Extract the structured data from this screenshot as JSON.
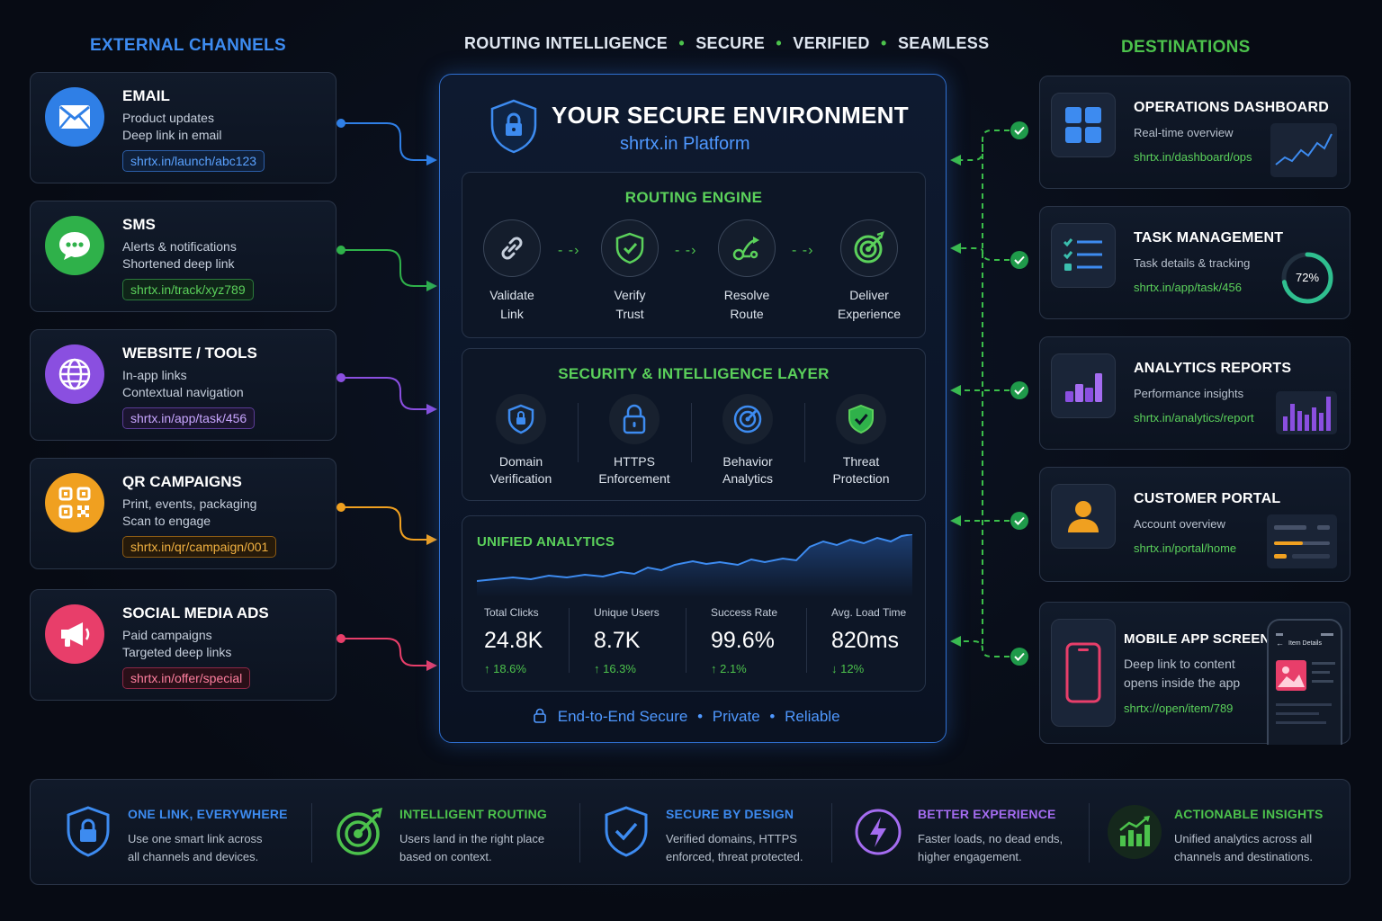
{
  "header": {
    "left_title": "EXTERNAL CHANNELS",
    "center_title": [
      "ROUTING INTELLIGENCE",
      "SECURE",
      "VERIFIED",
      "SEAMLESS"
    ],
    "right_title": "DESTINATIONS"
  },
  "channels": [
    {
      "title": "EMAIL",
      "line1": "Product updates",
      "line2": "Deep link in email",
      "link": "shrtx.in/launch/abc123",
      "color": "#2f7fe6",
      "icon": "envelope-icon"
    },
    {
      "title": "SMS",
      "line1": "Alerts & notifications",
      "line2": "Shortened deep link",
      "link": "shrtx.in/track/xyz789",
      "color": "#2fb14a",
      "icon": "chat-bubble-icon"
    },
    {
      "title": "WEBSITE / TOOLS",
      "line1": "In-app links",
      "line2": "Contextual navigation",
      "link": "shrtx.in/app/task/456",
      "color": "#8a4fe0",
      "icon": "globe-icon"
    },
    {
      "title": "QR CAMPAIGNS",
      "line1": "Print, events, packaging",
      "line2": "Scan to engage",
      "link": "shrtx.in/qr/campaign/001",
      "color": "#f0a020",
      "icon": "qr-code-icon"
    },
    {
      "title": "SOCIAL MEDIA ADS",
      "line1": "Paid campaigns",
      "line2": "Targeted deep links",
      "link": "shrtx.in/offer/special",
      "color": "#e83e6a",
      "icon": "megaphone-icon"
    }
  ],
  "center": {
    "title": "YOUR SECURE ENVIRONMENT",
    "subtitle": "shrtx.in Platform",
    "routing": {
      "title": "ROUTING ENGINE",
      "steps": [
        {
          "l1": "Validate",
          "l2": "Link",
          "icon": "link-icon"
        },
        {
          "l1": "Verify",
          "l2": "Trust",
          "icon": "shield-check-icon"
        },
        {
          "l1": "Resolve",
          "l2": "Route",
          "icon": "route-icon"
        },
        {
          "l1": "Deliver",
          "l2": "Experience",
          "icon": "target-icon"
        }
      ]
    },
    "security": {
      "title": "SECURITY & INTELLIGENCE LAYER",
      "items": [
        {
          "l1": "Domain",
          "l2": "Verification",
          "icon": "shield-lock-icon"
        },
        {
          "l1": "HTTPS",
          "l2": "Enforcement",
          "icon": "padlock-icon"
        },
        {
          "l1": "Behavior",
          "l2": "Analytics",
          "icon": "gauge-icon"
        },
        {
          "l1": "Threat",
          "l2": "Protection",
          "icon": "shield-check-icon"
        }
      ]
    },
    "analytics": {
      "title": "UNIFIED ANALYTICS",
      "metrics": [
        {
          "label": "Total Clicks",
          "value": "24.8K",
          "delta": "↑ 18.6%"
        },
        {
          "label": "Unique Users",
          "value": "8.7K",
          "delta": "↑ 16.3%"
        },
        {
          "label": "Success Rate",
          "value": "99.6%",
          "delta": "↑ 2.1%"
        },
        {
          "label": "Avg. Load Time",
          "value": "820ms",
          "delta": "↓ 12%"
        }
      ]
    },
    "footer": [
      "End-to-End Secure",
      "Private",
      "Reliable"
    ]
  },
  "destinations": [
    {
      "title": "OPERATIONS DASHBOARD",
      "sub": "Real-time overview",
      "link": "shrtx.in/dashboard/ops",
      "icon": "grid-icon"
    },
    {
      "title": "TASK MANAGEMENT",
      "sub": "Task details & tracking",
      "link": "shrtx.in/app/task/456",
      "icon": "checklist-icon",
      "progress_label": "72%",
      "progress": 0.72
    },
    {
      "title": "ANALYTICS REPORTS",
      "sub": "Performance insights",
      "link": "shrtx.in/analytics/report",
      "icon": "bar-chart-icon"
    },
    {
      "title": "CUSTOMER PORTAL",
      "sub": "Account overview",
      "link": "shrtx.in/portal/home",
      "icon": "user-icon"
    },
    {
      "title": "MOBILE APP SCREEN",
      "sub1": "Deep link to content",
      "sub2": "opens inside the app",
      "link": "shrtx://open/item/789",
      "icon": "phone-icon",
      "phone_header": "Item Details"
    }
  ],
  "features": [
    {
      "title": "ONE LINK, EVERYWHERE",
      "l1": "Use one smart link across",
      "l2": "all channels and devices.",
      "color": "#3d8bf0",
      "icon": "shield-lock-icon"
    },
    {
      "title": "INTELLIGENT ROUTING",
      "l1": "Users land in the right place",
      "l2": "based on context.",
      "color": "#4cc24c",
      "icon": "target-icon"
    },
    {
      "title": "SECURE BY DESIGN",
      "l1": "Verified domains, HTTPS",
      "l2": "enforced, threat protected.",
      "color": "#3d8bf0",
      "icon": "shield-check-icon"
    },
    {
      "title": "BETTER EXPERIENCE",
      "l1": "Faster loads, no dead ends,",
      "l2": "higher engagement.",
      "color": "#a46cf0",
      "icon": "lightning-icon"
    },
    {
      "title": "ACTIONABLE INSIGHTS",
      "l1": "Unified analytics across all",
      "l2": "channels and destinations.",
      "color": "#4cc24c",
      "icon": "growth-chart-icon"
    }
  ]
}
